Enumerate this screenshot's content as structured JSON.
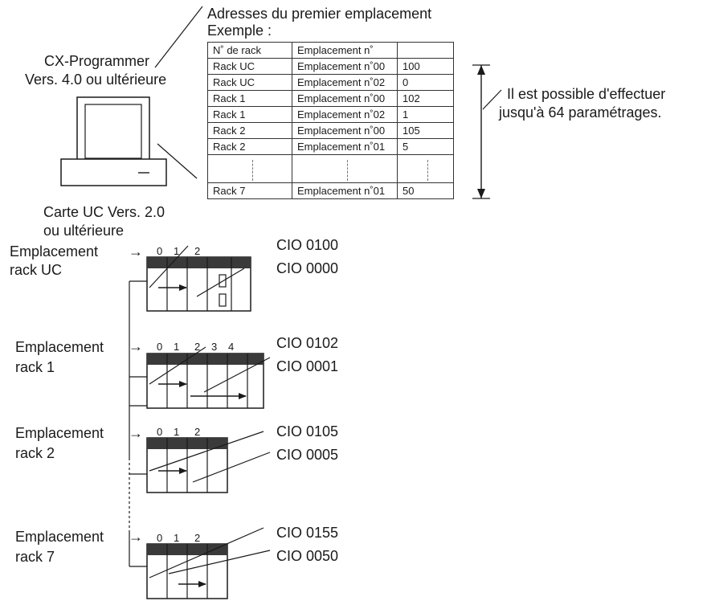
{
  "header": {
    "title_line1": "Adresses du premier emplacement",
    "title_line2": "Exemple :"
  },
  "software": {
    "line1": "CX-Programmer",
    "line2": "Vers. 4.0 ou ultérieure"
  },
  "cpu_unit": {
    "line1": "Carte UC Vers. 2.0",
    "line2": "ou ultérieure"
  },
  "range_note": {
    "line1": "Il est possible d'effectuer",
    "line2": "jusqu'à 64 paramétrages."
  },
  "table": {
    "headers": [
      "N˚ de rack",
      "Emplacement n˚",
      ""
    ],
    "rows": [
      [
        "Rack UC",
        "Emplacement n˚00",
        "100"
      ],
      [
        "Rack UC",
        "Emplacement n˚02",
        "0"
      ],
      [
        "Rack 1",
        "Emplacement n˚00",
        "102"
      ],
      [
        "Rack 1",
        "Emplacement n˚02",
        "1"
      ],
      [
        "Rack 2",
        "Emplacement n˚00",
        "105"
      ],
      [
        "Rack 2",
        "Emplacement n˚01",
        "5"
      ]
    ],
    "last_row": [
      "Rack 7",
      "Emplacement n˚01",
      "50"
    ]
  },
  "racks": [
    {
      "label_line1": "Emplacement",
      "label_line2": "rack UC",
      "arrow": "→",
      "slot_numbers": [
        "0",
        "1",
        "2"
      ],
      "cio_first": "CIO 0100",
      "cio_second": "CIO 0000"
    },
    {
      "label_line1": "Emplacement",
      "label_line2": "rack 1",
      "arrow": "→",
      "slot_numbers": [
        "0",
        "1",
        "2",
        "3",
        "4"
      ],
      "cio_first": "CIO 0102",
      "cio_second": "CIO 0001"
    },
    {
      "label_line1": "Emplacement",
      "label_line2": "rack 2",
      "arrow": "→",
      "slot_numbers": [
        "0",
        "1",
        "2"
      ],
      "cio_first": "CIO 0105",
      "cio_second": "CIO 0005"
    },
    {
      "label_line1": "Emplacement",
      "label_line2": "rack 7",
      "arrow": "→",
      "slot_numbers": [
        "0",
        "1",
        "2"
      ],
      "cio_first": "CIO 0155",
      "cio_second": "CIO 0050"
    }
  ]
}
